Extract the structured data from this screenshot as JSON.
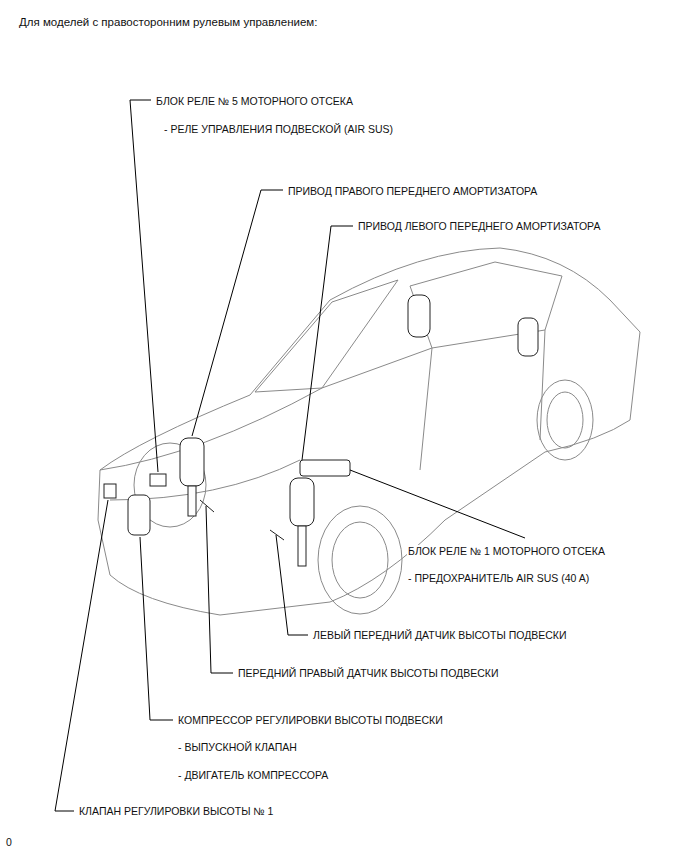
{
  "diagram": {
    "title": "Для моделей с правосторонним рулевым управлением:",
    "labels": [
      "БЛОК РЕЛЕ № 5 МОТОРНОГО ОТСЕКА",
      "- РЕЛЕ УПРАВЛЕНИЯ ПОДВЕСКОЙ (AIR SUS)",
      "ПРИВОД ПРАВОГО ПЕРЕДНЕГО АМОРТИЗАТОРА",
      "ПРИВОД ЛЕВОГО ПЕРЕДНЕГО АМОРТИЗАТОРА",
      "БЛОК РЕЛЕ № 1 МОТОРНОГО ОТСЕКА",
      "- ПРЕДОХРАНИТЕЛЬ AIR SUS (40 A)",
      "ЛЕВЫЙ ПЕРЕДНИЙ ДАТЧИК ВЫСОТЫ ПОДВЕСКИ",
      "ПЕРЕДНИЙ ПРАВЫЙ ДАТЧИК ВЫСОТЫ ПОДВЕСКИ",
      "КОМПРЕССОР РЕГУЛИРОВКИ ВЫСОТЫ ПОДВЕСКИ",
      "- ВЫПУСКНОЙ КЛАПАН",
      "- ДВИГАТЕЛЬ КОМПРЕССОРА",
      "КЛАПАН РЕГУЛИРОВКИ ВЫСОТЫ № 1",
      "0"
    ]
  }
}
